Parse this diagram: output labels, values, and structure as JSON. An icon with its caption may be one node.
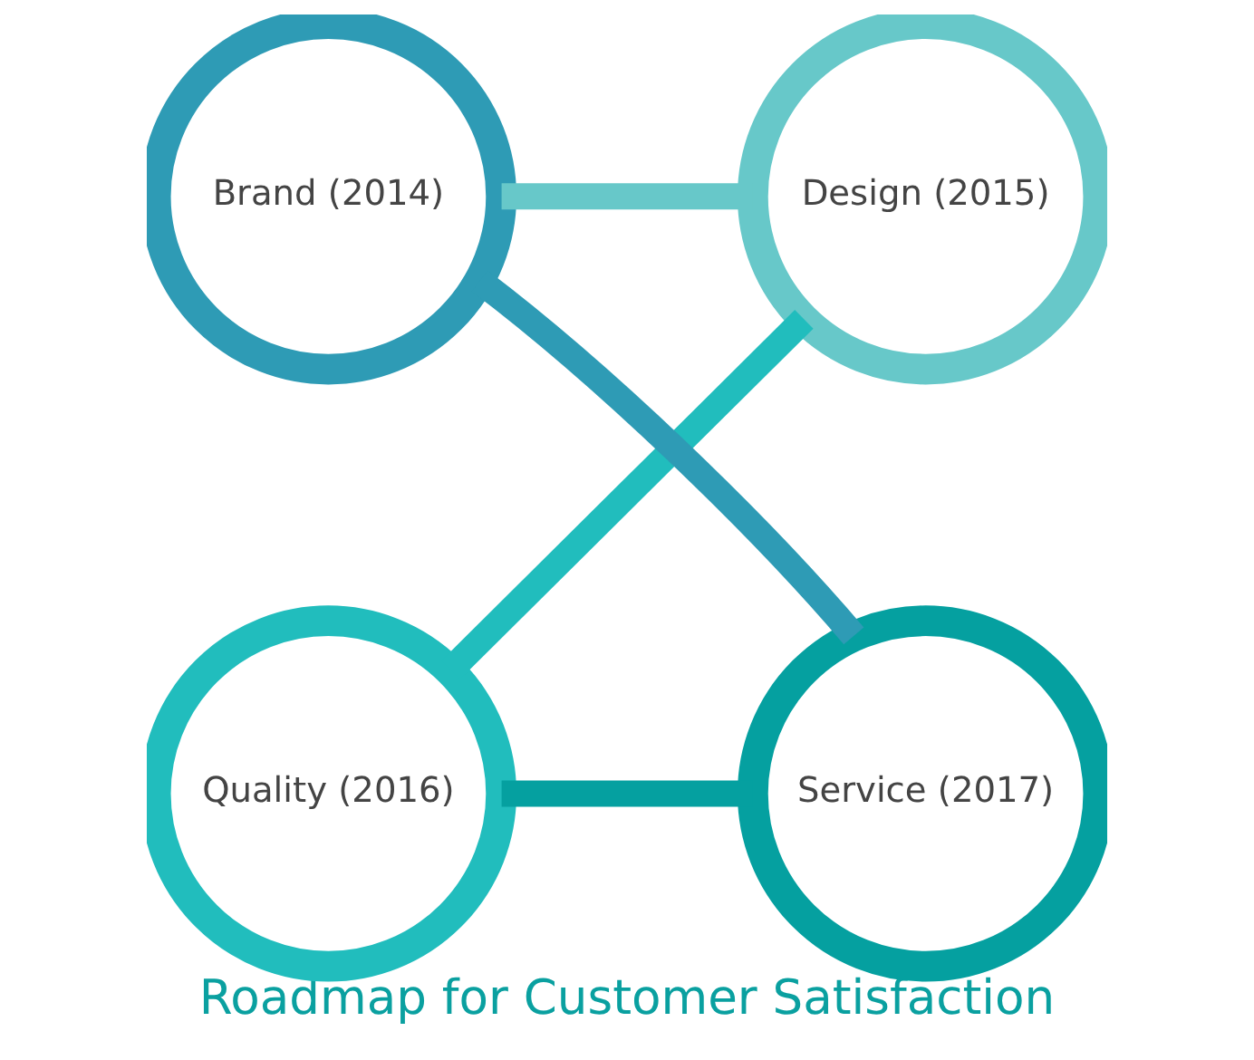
{
  "diagram": {
    "title": "Roadmap for Customer Satisfaction",
    "nodes": [
      {
        "text": [
          "Brand (2014)"
        ]
      },
      {
        "text": [
          "Design (2015)"
        ]
      },
      {
        "text": [
          "Quality (2016)"
        ]
      },
      {
        "text": [
          "Service (2017)"
        ]
      }
    ],
    "edges": [
      {
        "from": 0,
        "to": 1,
        "arrow": "none",
        "color": "#67c8c9"
      },
      {
        "from": 1,
        "to": 2,
        "arrow": "none",
        "color": "#21bdbd"
      },
      {
        "from": 2,
        "to": 3,
        "arrow": "none",
        "color": "#05a0a0"
      },
      {
        "from": 3,
        "to": 0,
        "arrow": "none",
        "color": "#2e9bb5"
      }
    ]
  }
}
